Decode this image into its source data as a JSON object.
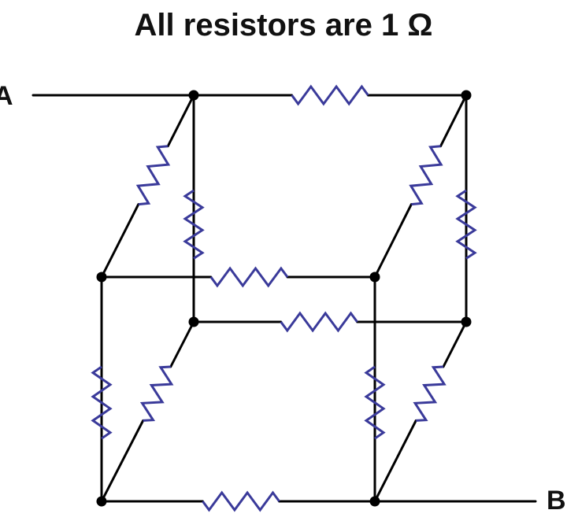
{
  "title": "All resistors are 1 Ω",
  "terminals": {
    "a": "A",
    "b": "B"
  },
  "colors": {
    "wire": "#000000",
    "resistor": "#3a3a9a",
    "node": "#000000",
    "text": "#111111"
  }
}
